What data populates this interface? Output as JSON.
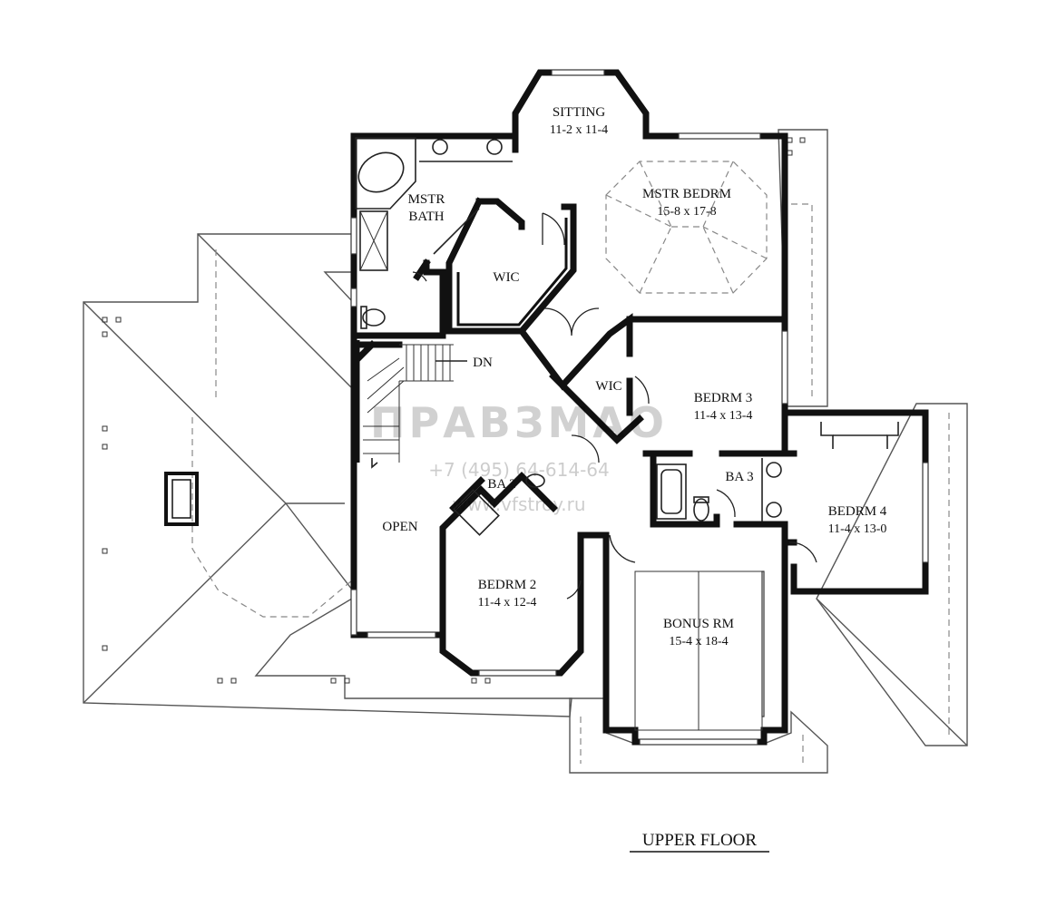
{
  "plan": {
    "title": "UPPER FLOOR",
    "rooms": [
      {
        "id": "sitting",
        "name": "SITTING",
        "size": "11-2 x 11-4"
      },
      {
        "id": "mstr-bedrm",
        "name": "MSTR BEDRM",
        "size": "15-8 x 17-8"
      },
      {
        "id": "mstr-bath",
        "name": "MSTR",
        "name2": "BATH"
      },
      {
        "id": "wic-master",
        "name": "WIC"
      },
      {
        "id": "wic-bedrm3",
        "name": "WIC"
      },
      {
        "id": "bedrm3",
        "name": "BEDRM 3",
        "size": "11-4 x 13-4"
      },
      {
        "id": "bedrm4",
        "name": "BEDRM 4",
        "size": "11-4 x 13-0"
      },
      {
        "id": "bedrm2",
        "name": "BEDRM 2",
        "size": "11-4 x 12-4"
      },
      {
        "id": "bonus-rm",
        "name": "BONUS RM",
        "size": "15-4 x 18-4"
      },
      {
        "id": "ba2",
        "name": "BA 2"
      },
      {
        "id": "ba3",
        "name": "BA 3"
      },
      {
        "id": "open",
        "name": "OPEN"
      },
      {
        "id": "stair-dn",
        "name": "DN"
      }
    ],
    "watermark": {
      "brand": "ПРАВЗМАО",
      "phone": "+7 (495) 64-614-64",
      "site": "www.vfstroy.ru"
    }
  }
}
